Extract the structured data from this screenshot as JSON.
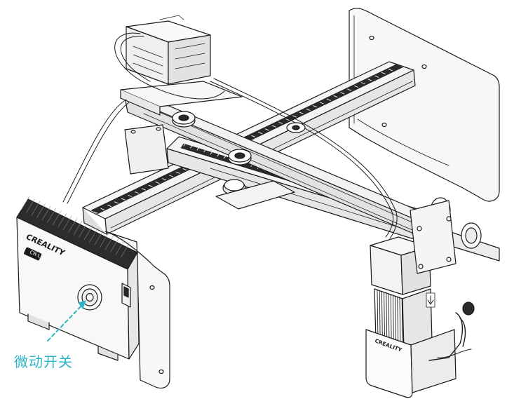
{
  "labels": {
    "brand_controller": "CREALITY",
    "model_badge": "CR-L",
    "brand_laser": "CREALITY",
    "callout": "微动开关"
  },
  "colors": {
    "callout": "#2fb3c6",
    "line": "#1a1a1a",
    "fill_light": "#f7f7f7",
    "fill_mid": "#e4e4e4",
    "fill_dark": "#2a2a2a"
  },
  "icons": {
    "microswitch": "circular-push-button-icon",
    "power_switch": "rocker-switch-icon",
    "laser_arrow": "down-arrow-icon"
  }
}
